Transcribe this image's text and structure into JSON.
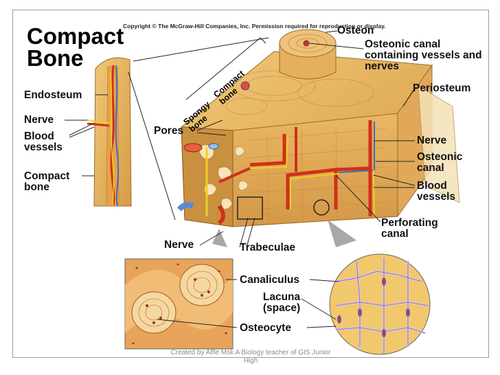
{
  "copyright": "Copyright © The McGraw-Hill Companies, Inc. Permission required for reproduction or display.",
  "title": "Compact Bone",
  "labels": {
    "osteon": "Osteon",
    "osteonic_canal_vessels": "Osteonic canal containing vessels and nerves",
    "periosteum": "Periosteum",
    "endosteum": "Endosteum",
    "nerve_left": "Nerve",
    "blood_vessels_left": "Blood vessels",
    "compact_bone_left": "Compact bone",
    "pores": "Pores",
    "spongy_bone": "Spongy bone",
    "compact_bone_rot": "Compact bone",
    "nerve_right": "Nerve",
    "osteonic_canal": "Osteonic canal",
    "blood_vessels_right": "Blood vessels",
    "perforating_canal": "Perforating canal",
    "nerve_bottom": "Nerve",
    "trabeculae": "Trabeculae",
    "canaliculus": "Canaliculus",
    "lacuna": "Lacuna (space)",
    "osteocyte": "Osteocyte"
  },
  "credit": "Created by Alfie Msk  A Biology teacher of GIS Junior High"
}
